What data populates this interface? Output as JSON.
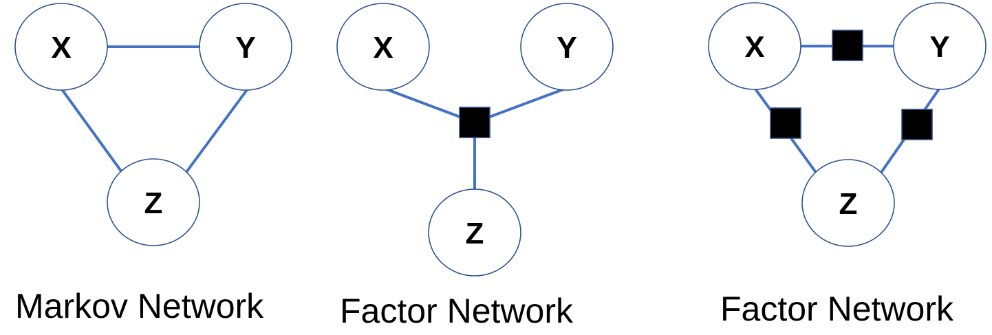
{
  "panels": [
    {
      "caption": "Markov Network",
      "nodes": [
        {
          "label": "X"
        },
        {
          "label": "Y"
        },
        {
          "label": "Z"
        }
      ]
    },
    {
      "caption": "Factor Network",
      "nodes": [
        {
          "label": "X"
        },
        {
          "label": "Y"
        },
        {
          "label": "Z"
        }
      ]
    },
    {
      "caption": "Factor Network",
      "nodes": [
        {
          "label": "X"
        },
        {
          "label": "Y"
        },
        {
          "label": "Z"
        }
      ]
    }
  ],
  "colors": {
    "edge": "#4472c4",
    "node_stroke": "#2f528f",
    "factor_fill": "#000000"
  }
}
